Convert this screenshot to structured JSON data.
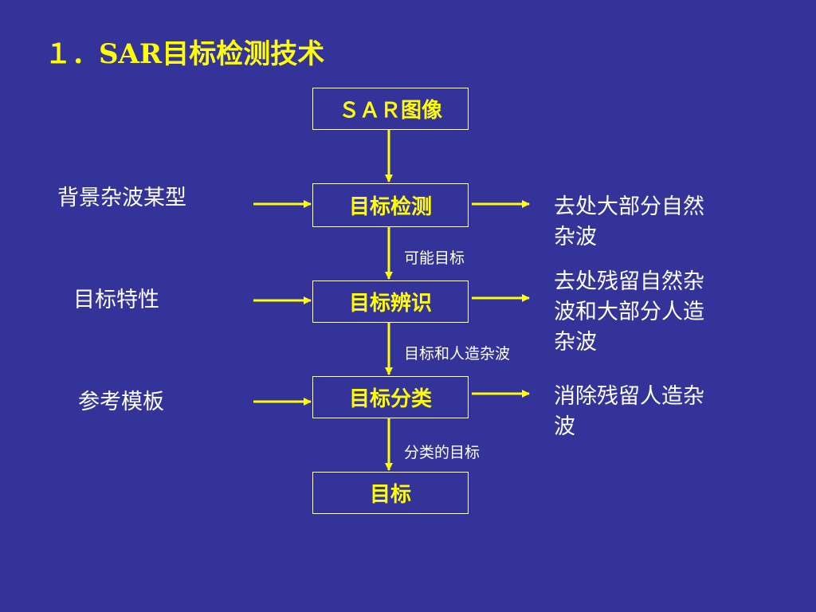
{
  "title": "１．SAR目标检测技术",
  "nodes": {
    "sar_image": "ＳＡＲ图像",
    "detection": "目标检测",
    "discrimination": "目标辨识",
    "classification": "目标分类",
    "target": "目标"
  },
  "inputs": {
    "clutter_model": "背景杂波某型",
    "target_features": "目标特性",
    "templates": "参考模板"
  },
  "outputs": {
    "detection_result": "去处大部分自然杂波",
    "discrimination_result": "去处残留自然杂波和大部分人造杂波",
    "classification_result": "消除残留人造杂波"
  },
  "edges": {
    "possible_targets": "可能目标",
    "targets_and_clutter": "目标和人造杂波",
    "classified_targets": "分类的目标"
  },
  "colors": {
    "background": "#333399",
    "title": "#ffff00",
    "box_text": "#ffff00",
    "arrow": "#ffff00",
    "text": "#ffffff"
  }
}
